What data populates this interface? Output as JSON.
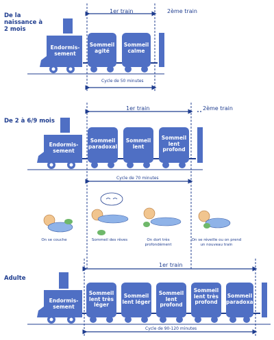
{
  "sections": [
    {
      "age_label": "De la naissance à 2 mois",
      "train1_label": "1er train",
      "train2_label": "2ème train",
      "engine_text": "Endormis-sement",
      "cars": [
        "Sommeil agité",
        "Sommeil calme"
      ],
      "cycle_label": "Cycle de 50 minutes"
    },
    {
      "age_label": "De 2 à 6/9 mois",
      "train1_label": "1er train",
      "train2_label": "2ème train",
      "engine_text": "Endormis-sement",
      "cars": [
        "Sommeil paradoxal",
        "Sommeil lent",
        "Sommeil lent profond"
      ],
      "cycle_label": "Cycle de 70 minutes"
    },
    {
      "age_label": "Adulte",
      "train1_label": "1er train",
      "engine_text": "Endormis-sement",
      "cars": [
        "Sommeil lent très léger",
        "Sommeil lent léger",
        "Sommeil lent profond",
        "Sommeil lent très profond",
        "Sommeil paradoxal"
      ],
      "cycle_label": "Cycle de 90-120 minutes"
    }
  ],
  "illustrations": [
    "On se couche",
    "Sommeil des rêves",
    "On dort très profondément",
    "On se réveille ou on prend un nouveau train"
  ],
  "colors": {
    "blue": "#1f3d8f",
    "car": "#4f6fc4",
    "dash": "#1f3d8f"
  }
}
